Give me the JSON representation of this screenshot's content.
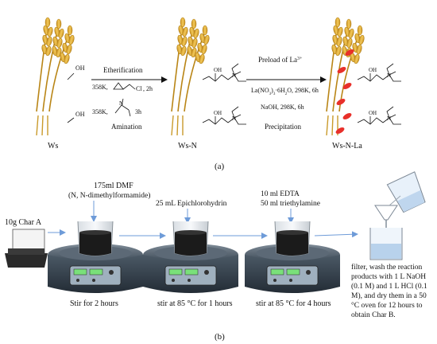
{
  "panel_a": {
    "stage_labels": [
      "Ws",
      "Ws-N",
      "Ws-N-La"
    ],
    "hydroxyl": "OH",
    "amine_n": "N",
    "cl_atom": "Cl",
    "step1_above": "Etherification",
    "step1_cond1_temp": "358K,",
    "step1_cond1_time": ", 2h",
    "step1_cond2_temp": "358K,",
    "step1_cond2_time": "3h",
    "step1_below": "Amination",
    "step2_preload": "Preload of La",
    "step2_preload_sup": "3+",
    "step2_reagent": "La(NO",
    "step2_reagent_rest": "·6H",
    "step2_reagent_tail": "O, 298K, 6h",
    "step2_naoh": "NaOH, 298K, 6h",
    "step2_below": "Precipitation",
    "caption": "(a)"
  },
  "panel_b": {
    "input_label": "10g Char A",
    "reagent1_line1": "175ml  DMF",
    "reagent1_line2": "(N, N-dimethylformamide)",
    "reagent2": "25 mL Epichlorohydrin",
    "reagent3_line1": "10 ml EDTA",
    "reagent3_line2": "50 ml triethylamine",
    "step1": "Stir for 2 hours",
    "step2": "stir at 85 °C for 1 hours",
    "step3": "stir at 85 °C for 4 hours",
    "final_lines": [
      "filter, wash the reaction",
      "products with 1 L NaOH",
      "(0.1 M) and 1 L HCl (0.1",
      "M), and dry them in a 50",
      "°C oven for 12 hours to",
      "obtain Char B."
    ],
    "caption": "(b)"
  },
  "colors": {
    "wheat": "#E3B23C",
    "lanthanum": "#E8302A",
    "arrow": "#6E9BD8",
    "liquid": "#1B1B1B",
    "stirrer": "#3F4E5C"
  }
}
